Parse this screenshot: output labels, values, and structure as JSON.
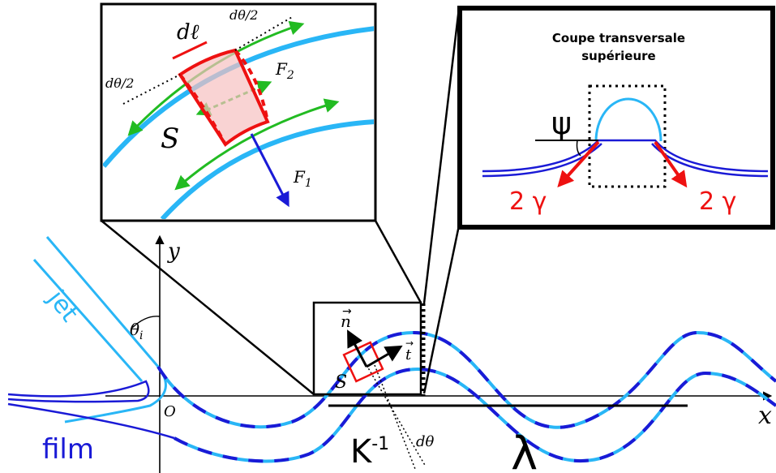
{
  "colors": {
    "jet_light": "#29b6f6",
    "film_dark": "#1a1ad6",
    "red": "#ee1111",
    "green": "#22bb22",
    "blue_vector": "#1a1ad6",
    "black": "#000000"
  },
  "axes": {
    "x_label": "x",
    "y_label": "y",
    "origin_label": "O"
  },
  "main": {
    "jet_label": "jet",
    "film_label": "film",
    "theta_label": "θ",
    "theta_sub": "i",
    "n_label": "n",
    "t_label": "t",
    "s_label": "S",
    "curvature_label": "K",
    "curvature_exp": "-1",
    "dtheta_label": "dθ",
    "lambda_label": "λ"
  },
  "inset_left": {
    "dl_label": "dℓ",
    "dtheta_half_top": "dθ/2",
    "dtheta_half_left": "dθ/2",
    "F2_label": "F",
    "F2_sub": "2",
    "F1_label": "F",
    "F1_sub": "1",
    "S_label": "S"
  },
  "inset_right": {
    "title_line1": "Coupe transversale",
    "title_line2": "supérieure",
    "psi_label": "ψ",
    "gamma_left": "2 γ",
    "gamma_right": "2 γ"
  }
}
